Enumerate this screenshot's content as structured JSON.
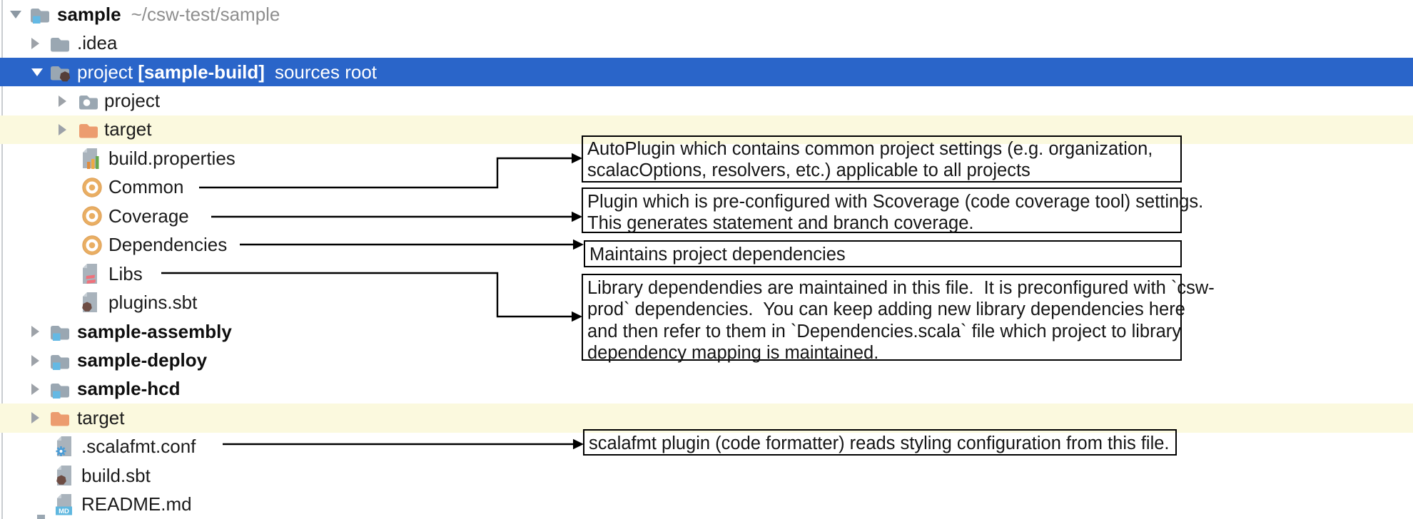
{
  "colors": {
    "selection_bg": "#2a65c9",
    "row_highlight_yellow": "#fbf9de",
    "folder_gray": "#9aa7b2",
    "folder_orange": "#ec9c6f",
    "page_gray": "#a9b3bc",
    "page_fold": "#c7cfd6",
    "badge_blue": "#64b9e4",
    "badge_maroon": "#6d4c43",
    "scala_object_tan": "#e9ae63",
    "scala_object_ring": "#ffffff",
    "bar_orange": "#e08c3c",
    "bar_yellow": "#eda943",
    "bar_green": "#67a74e",
    "scala_pink": "#f0717b",
    "gear_blue": "#4a9cd6",
    "md_badge_blue": "#5fb7df",
    "path_gray": "#8e8e8e",
    "text": "#1b1b1b",
    "annotation_border": "#000000"
  },
  "md_badge_text": "MD",
  "tree": {
    "rows": [
      {
        "name": "sample-root",
        "level": 0,
        "expand": "expanded",
        "icon": "project-root-folder-icon",
        "highlight": "none",
        "segments": [
          {
            "text": "sample",
            "bold": true
          },
          {
            "text": "~/csw-test/sample",
            "muted": true,
            "gap": true
          }
        ]
      },
      {
        "name": "idea-folder",
        "level": 1,
        "expand": "collapsed",
        "icon": "folder-icon",
        "highlight": "none",
        "segments": [
          {
            "text": ".idea"
          }
        ]
      },
      {
        "name": "project-sample-build",
        "level": 1,
        "expand": "expanded",
        "icon": "sbt-module-folder-icon",
        "highlight": "selected",
        "segments": [
          {
            "text": "project "
          },
          {
            "text": "[sample-build]",
            "bold": true
          },
          {
            "text": "sources root",
            "gap": true
          }
        ]
      },
      {
        "name": "project-subfolder",
        "level": 2,
        "expand": "collapsed",
        "icon": "folder-dot-icon",
        "highlight": "none",
        "segments": [
          {
            "text": "project"
          }
        ]
      },
      {
        "name": "target-build",
        "level": 2,
        "expand": "collapsed",
        "icon": "excluded-folder-icon",
        "highlight": "yellow",
        "segments": [
          {
            "text": "target"
          }
        ]
      },
      {
        "name": "build-properties",
        "level": 2,
        "file": true,
        "icon": "properties-file-icon",
        "highlight": "none",
        "segments": [
          {
            "text": "build.properties"
          }
        ]
      },
      {
        "name": "common-scala",
        "level": 2,
        "file": true,
        "icon": "scala-object-icon",
        "highlight": "none",
        "segments": [
          {
            "text": "Common"
          }
        ]
      },
      {
        "name": "coverage-scala",
        "level": 2,
        "file": true,
        "icon": "scala-object-icon",
        "highlight": "none",
        "segments": [
          {
            "text": "Coverage"
          }
        ]
      },
      {
        "name": "dependencies-scala",
        "level": 2,
        "file": true,
        "icon": "scala-object-icon",
        "highlight": "none",
        "segments": [
          {
            "text": "Dependencies"
          }
        ]
      },
      {
        "name": "libs-scala",
        "level": 2,
        "file": true,
        "icon": "scala-file-icon",
        "highlight": "none",
        "segments": [
          {
            "text": "Libs"
          }
        ]
      },
      {
        "name": "plugins-sbt",
        "level": 2,
        "file": true,
        "icon": "sbt-file-icon",
        "highlight": "none",
        "segments": [
          {
            "text": "plugins.sbt"
          }
        ]
      },
      {
        "name": "sample-assembly",
        "level": 1,
        "expand": "collapsed",
        "icon": "module-folder-icon",
        "highlight": "none",
        "segments": [
          {
            "text": "sample-assembly",
            "bold": true
          }
        ]
      },
      {
        "name": "sample-deploy",
        "level": 1,
        "expand": "collapsed",
        "icon": "module-folder-icon",
        "highlight": "none",
        "segments": [
          {
            "text": "sample-deploy",
            "bold": true
          }
        ]
      },
      {
        "name": "sample-hcd",
        "level": 1,
        "expand": "collapsed",
        "icon": "module-folder-icon",
        "highlight": "none",
        "segments": [
          {
            "text": "sample-hcd",
            "bold": true
          }
        ]
      },
      {
        "name": "target-root",
        "level": 1,
        "expand": "collapsed",
        "icon": "excluded-folder-icon",
        "highlight": "yellow",
        "segments": [
          {
            "text": "target"
          }
        ]
      },
      {
        "name": "scalafmt-conf",
        "level": 1,
        "file": true,
        "icon": "config-file-icon",
        "highlight": "none",
        "segments": [
          {
            "text": ".scalafmt.conf"
          }
        ]
      },
      {
        "name": "build-sbt",
        "level": 1,
        "file": true,
        "icon": "sbt-file-icon",
        "highlight": "none",
        "segments": [
          {
            "text": "build.sbt"
          }
        ]
      },
      {
        "name": "readme-md",
        "level": 1,
        "file": true,
        "icon": "markdown-file-icon",
        "highlight": "none",
        "segments": [
          {
            "text": "README.md"
          }
        ]
      }
    ]
  },
  "annotations": [
    {
      "name": "note-common",
      "lines": [
        "AutoPlugin which contains common project settings (e.g. organization,",
        "scalacOptions, resolvers, etc.) applicable to all projects"
      ]
    },
    {
      "name": "note-coverage",
      "lines": [
        "Plugin which is pre-configured with Scoverage (code coverage tool) settings.",
        "This generates statement and branch coverage."
      ]
    },
    {
      "name": "note-dependencies",
      "lines": [
        "Maintains project dependencies"
      ]
    },
    {
      "name": "note-libs",
      "lines": [
        "Library dependendies are maintained in this file.  It is preconfigured with `csw-",
        "prod` dependencies.  You can keep adding new library dependencies here",
        "and then refer to them in `Dependencies.scala` file which project to library",
        "dependency mapping is maintained."
      ]
    },
    {
      "name": "note-scalafmt",
      "lines": [
        "scalafmt plugin (code formatter) reads styling configuration from this file."
      ]
    }
  ]
}
